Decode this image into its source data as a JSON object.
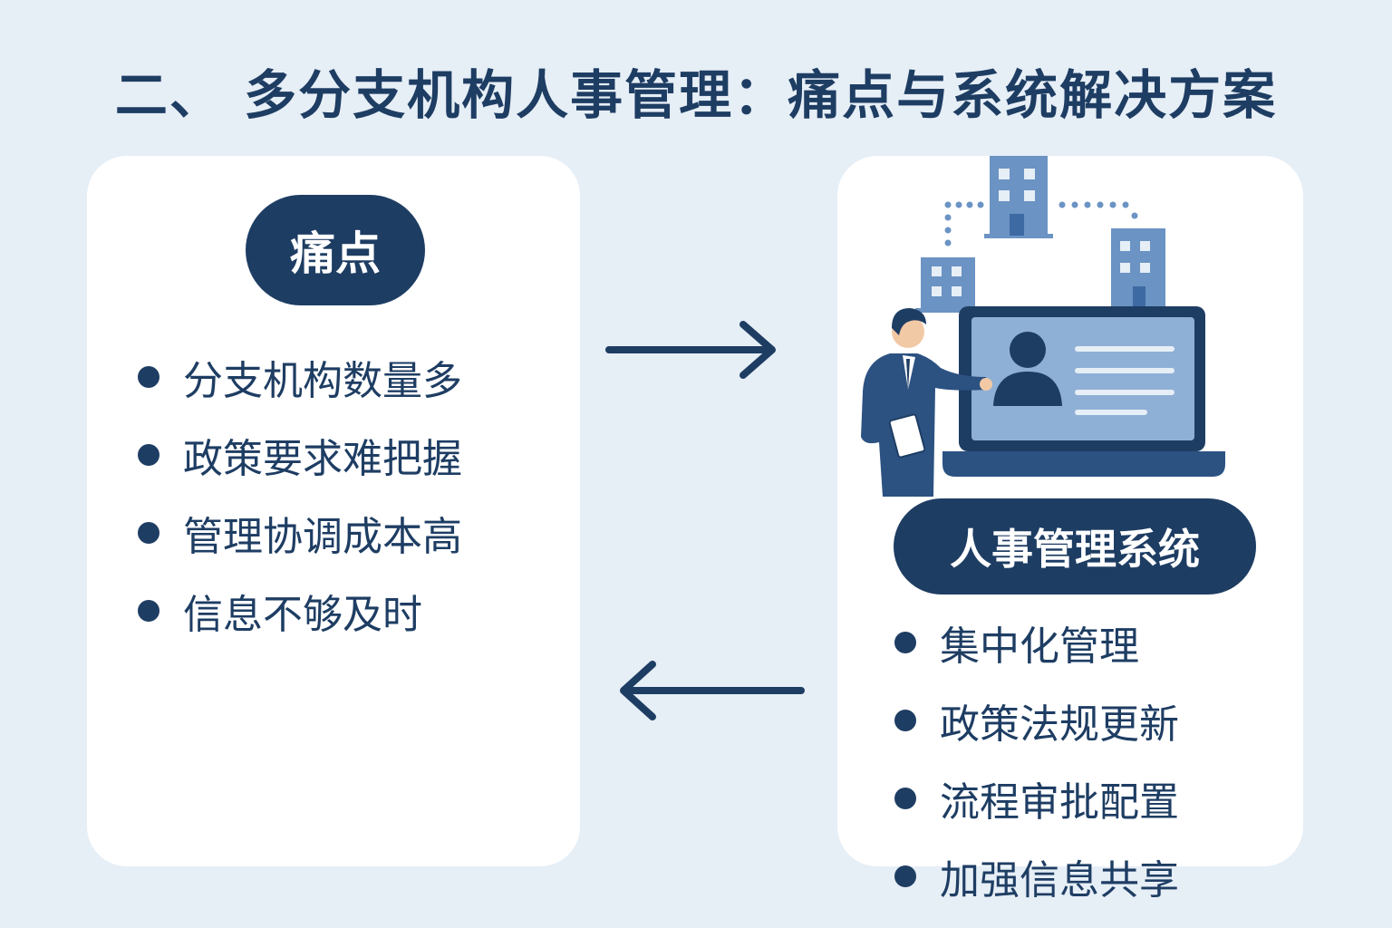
{
  "title": "二、 多分支机构人事管理：痛点与系统解决方案",
  "left_panel": {
    "label": "痛点",
    "items": [
      "分支机构数量多",
      "政策要求难把握",
      "管理协调成本高",
      "信息不够及时"
    ]
  },
  "right_panel": {
    "label": "人事管理系统",
    "items": [
      "集中化管理",
      "政策法规更新",
      "流程审批配置",
      "加强信息共享"
    ]
  },
  "colors": {
    "primary": "#1e3d63",
    "background": "#e6eef6",
    "card": "#ffffff",
    "accent": "#6b93c4"
  },
  "icons": [
    "arrow-right-icon",
    "arrow-left-icon",
    "office-building-icon",
    "laptop-profile-icon",
    "businessman-icon"
  ]
}
